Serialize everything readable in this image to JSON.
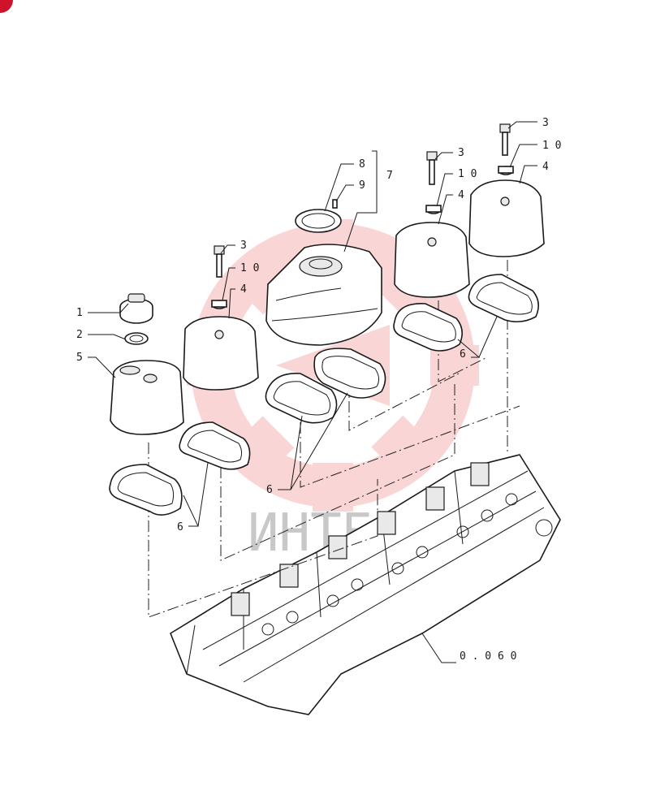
{
  "diagram": {
    "callouts": [
      {
        "id": "c1",
        "text": "1"
      },
      {
        "id": "c2",
        "text": "2"
      },
      {
        "id": "c5",
        "text": "5"
      },
      {
        "id": "c3a",
        "text": "3"
      },
      {
        "id": "c10a",
        "text": "1 0"
      },
      {
        "id": "c4a",
        "text": "4"
      },
      {
        "id": "c6a",
        "text": "6"
      },
      {
        "id": "c8",
        "text": "8"
      },
      {
        "id": "c9",
        "text": "9"
      },
      {
        "id": "c7",
        "text": "7"
      },
      {
        "id": "c6b",
        "text": "6"
      },
      {
        "id": "c3b",
        "text": "3"
      },
      {
        "id": "c10b",
        "text": "1 0"
      },
      {
        "id": "c4b",
        "text": "4"
      },
      {
        "id": "c3c",
        "text": "3"
      },
      {
        "id": "c10c",
        "text": "1 0"
      },
      {
        "id": "c4c",
        "text": "4"
      },
      {
        "id": "c6c",
        "text": "6"
      },
      {
        "id": "c060",
        "text": "0 . 0 6 0"
      }
    ],
    "watermark_text": "ИНТЕ",
    "colors": {
      "watermark": "#f2b3b3",
      "corner_badge": "#d0122a",
      "ink": "#1a1a1a"
    }
  }
}
